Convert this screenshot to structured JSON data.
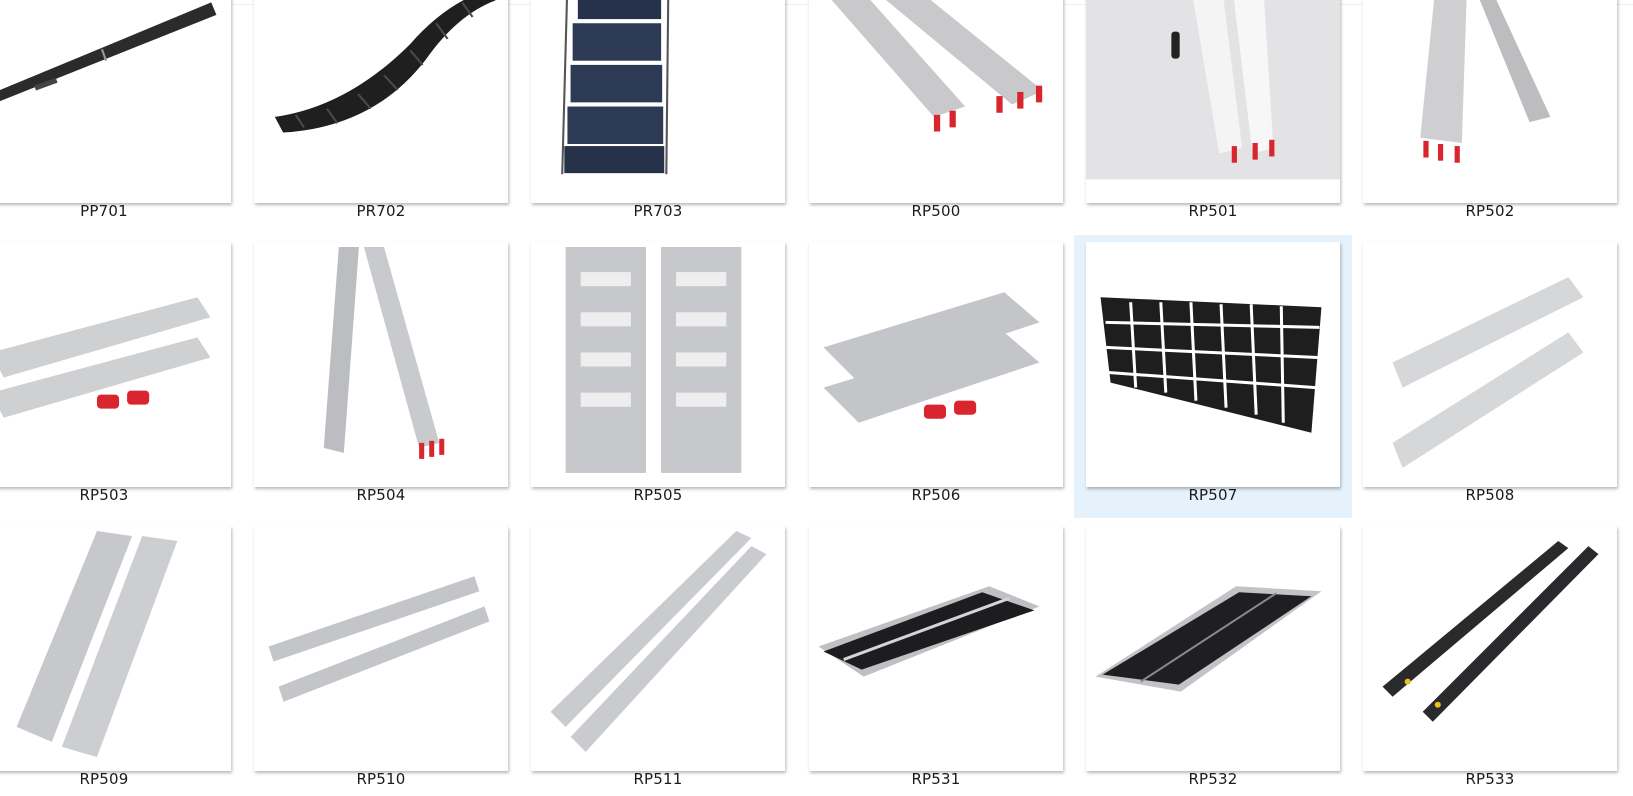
{
  "window": {
    "view": "file-explorer-large-icons"
  },
  "selection_color": "#e5f1fb",
  "items": [
    {
      "name": "PP701",
      "selected": false
    },
    {
      "name": "PR702",
      "selected": false
    },
    {
      "name": "PR703",
      "selected": false
    },
    {
      "name": "RP500",
      "selected": false
    },
    {
      "name": "RP501",
      "selected": false
    },
    {
      "name": "RP502",
      "selected": false
    },
    {
      "name": "RP503",
      "selected": false
    },
    {
      "name": "RP504",
      "selected": false
    },
    {
      "name": "RP505",
      "selected": false
    },
    {
      "name": "RP506",
      "selected": false
    },
    {
      "name": "RP507",
      "selected": true
    },
    {
      "name": "RP508",
      "selected": false
    },
    {
      "name": "RP509",
      "selected": false
    },
    {
      "name": "RP510",
      "selected": false
    },
    {
      "name": "RP511",
      "selected": false
    },
    {
      "name": "RP531",
      "selected": false
    },
    {
      "name": "RP532",
      "selected": false
    },
    {
      "name": "RP533",
      "selected": false
    }
  ]
}
